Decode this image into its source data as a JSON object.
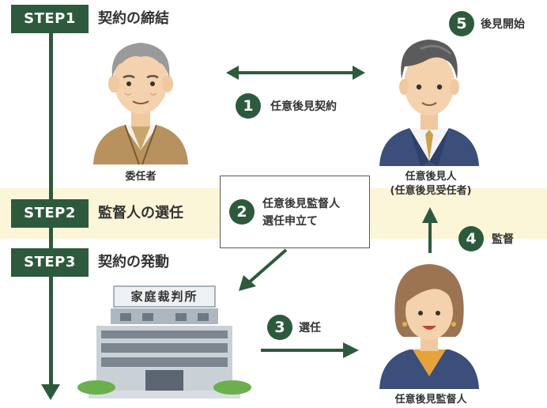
{
  "steps": [
    {
      "badge": "STEP1",
      "title": "契約の締結"
    },
    {
      "badge": "STEP2",
      "title": "監督人の選任"
    },
    {
      "badge": "STEP3",
      "title": "契約の発動"
    }
  ],
  "actions": [
    {
      "num": "1",
      "label": "任意後見契約"
    },
    {
      "num": "2",
      "label_line1": "任意後見監督人",
      "label_line2": "選任申立て"
    },
    {
      "num": "3",
      "label": "選任"
    },
    {
      "num": "4",
      "label": "監督"
    },
    {
      "num": "5",
      "label": "後見開始"
    }
  ],
  "people": {
    "principal": "委任者",
    "guardian_line1": "任意後見人",
    "guardian_line2": "(任意後見受任者)",
    "supervisor": "任意後見監督人"
  },
  "court": {
    "sign": "家庭裁判所"
  },
  "colors": {
    "accent": "#2d5a3c",
    "band": "#fbf6d8",
    "navy": "#3b4f7a",
    "jacket_brown": "#b8925e"
  }
}
